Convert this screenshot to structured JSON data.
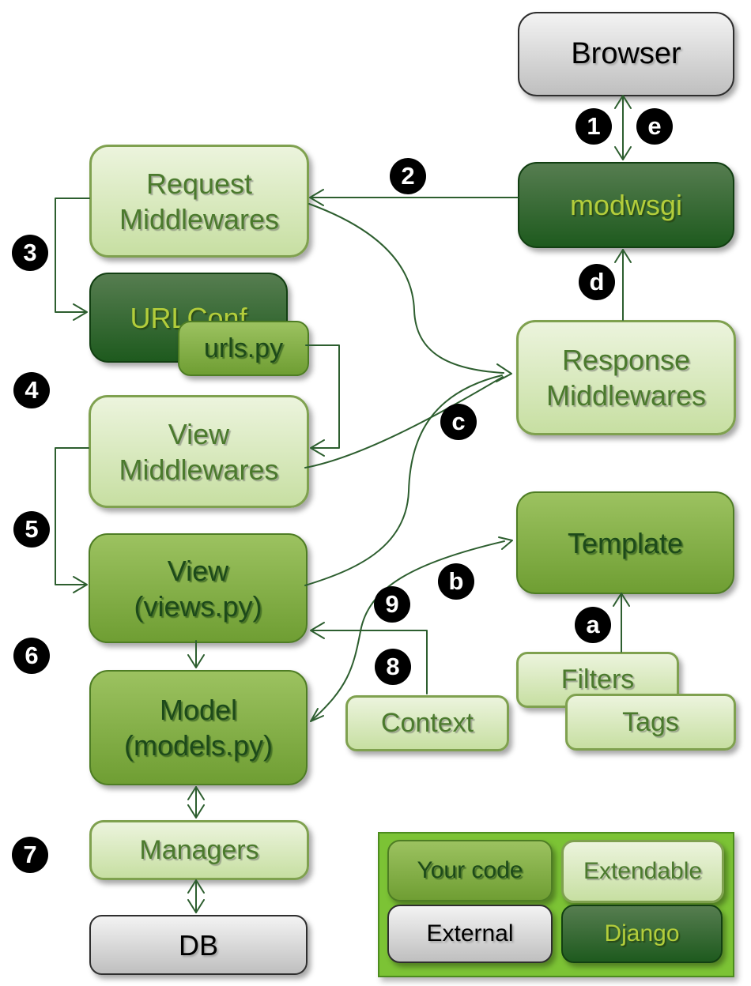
{
  "boxes": {
    "browser": "Browser",
    "modwsgi": "modwsgi",
    "request_middlewares": "Request\nMiddlewares",
    "urlconf": "URLConf",
    "urls_py": "urls.py",
    "view_middlewares": "View\nMiddlewares",
    "view": "View\n(views.py)",
    "model": "Model\n(models.py)",
    "managers": "Managers",
    "db": "DB",
    "response_middlewares": "Response\nMiddlewares",
    "template": "Template",
    "filters": "Filters",
    "tags": "Tags",
    "context": "Context"
  },
  "badges": {
    "s1": "1",
    "s2": "2",
    "s3": "3",
    "s4": "4",
    "s5": "5",
    "s6": "6",
    "s7": "7",
    "s8": "8",
    "s9": "9",
    "sa": "a",
    "sb": "b",
    "sc": "c",
    "sd": "d",
    "se": "e"
  },
  "legend": {
    "your_code": "Your code",
    "extendable": "Extendable",
    "external": "External",
    "django": "Django"
  },
  "colors": {
    "line": "#2d5e2f",
    "badge_bg": "#000000",
    "badge_text": "#ffffff",
    "gray_box_top": "#f3f3f3",
    "gray_box_bottom": "#bfbfbf",
    "gray_box_border": "#2e2e2e",
    "gray_box_text": "#000000",
    "light_box_top": "#ecf4dd",
    "light_box_bottom": "#c7dfa2",
    "light_box_border": "#7fa14f",
    "light_box_text": "#4b7a2d",
    "medium_box_top": "#9cc260",
    "medium_box_bottom": "#6f9e33",
    "medium_box_border": "#4e7d24",
    "medium_box_text": "#1d4a1a",
    "dark_box_top": "#567d50",
    "dark_box_bottom": "#1e5a1e",
    "dark_box_border": "#123f12",
    "dark_box_text": "#b3cd3b",
    "legend_panel": "#7cc335",
    "legend_border": "#4c8c1e"
  }
}
